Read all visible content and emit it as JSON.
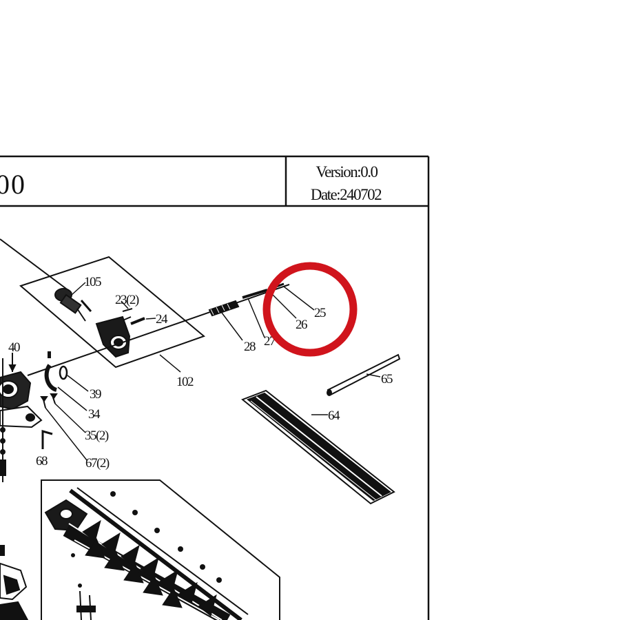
{
  "header": {
    "model_fragment": "00",
    "version": "Version:0.0",
    "date": "Date:240702"
  },
  "part_labels": {
    "p105": "105",
    "p23": "23(2)",
    "p24": "24",
    "p25": "25",
    "p26": "26",
    "p27": "27",
    "p28": "28",
    "p102": "102",
    "p40": "40",
    "p39": "39",
    "p34": "34",
    "p35": "35(2)",
    "p68": "68",
    "p67": "67(2)",
    "p65": "65",
    "p64": "64"
  },
  "colors": {
    "ink": "#111111",
    "highlight": "#d0141c",
    "paper": "#ffffff"
  }
}
